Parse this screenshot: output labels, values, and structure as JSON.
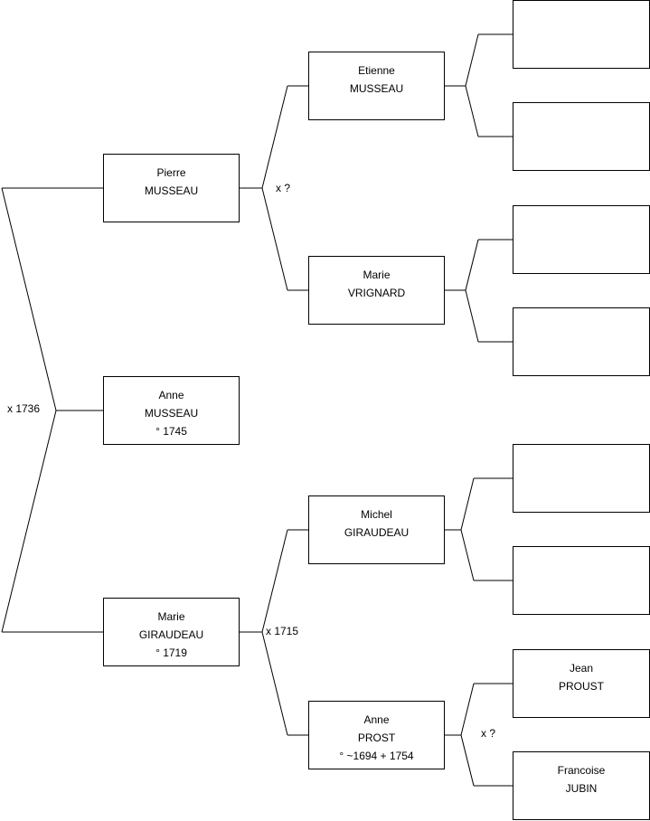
{
  "persons": {
    "p1": {
      "first": "Anne",
      "last": "MUSSEAU",
      "dates": "° 1745"
    },
    "p2": {
      "first": "Pierre",
      "last": "MUSSEAU",
      "dates": ""
    },
    "p3": {
      "first": "Marie",
      "last": "GIRAUDEAU",
      "dates": "° 1719"
    },
    "p4": {
      "first": "Etienne",
      "last": "MUSSEAU",
      "dates": ""
    },
    "p5": {
      "first": "Marie",
      "last": "VRIGNARD",
      "dates": ""
    },
    "p6": {
      "first": "Michel",
      "last": "GIRAUDEAU",
      "dates": ""
    },
    "p7": {
      "first": "Anne",
      "last": "PROST",
      "dates": "° ~1694 + 1754"
    },
    "p8": {
      "first": "",
      "last": "",
      "dates": ""
    },
    "p9": {
      "first": "",
      "last": "",
      "dates": ""
    },
    "p10": {
      "first": "",
      "last": "",
      "dates": ""
    },
    "p11": {
      "first": "",
      "last": "",
      "dates": ""
    },
    "p12": {
      "first": "",
      "last": "",
      "dates": ""
    },
    "p13": {
      "first": "",
      "last": "",
      "dates": ""
    },
    "p14": {
      "first": "Jean",
      "last": "PROUST",
      "dates": ""
    },
    "p15": {
      "first": "Francoise",
      "last": "JUBIN",
      "dates": ""
    }
  },
  "marriages": {
    "m1": "x 1736",
    "m2": "x ?",
    "m3": "x 1715",
    "m7": "x ?"
  }
}
